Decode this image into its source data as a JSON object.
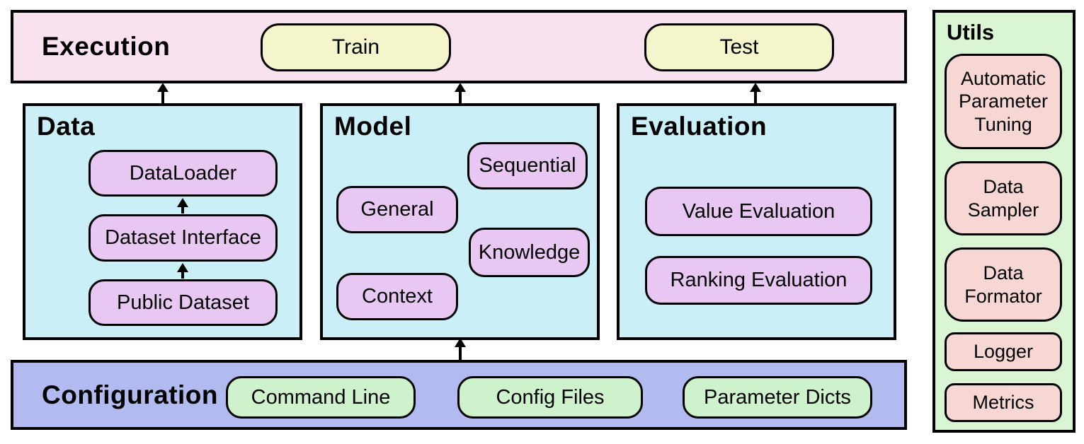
{
  "colors": {
    "border": "#000000",
    "execution_bg": "#f8e2f0",
    "action_button_bg": "#f4f5ca",
    "module_bg": "#cbeff6",
    "module_item_bg": "#e9c7f3",
    "configuration_bg": "#b2bbf0",
    "config_button_bg": "#cdf2cc",
    "utils_bg": "#daf5d3",
    "utils_item_bg": "#f7d7d4"
  },
  "execution": {
    "title": "Execution",
    "buttons": [
      {
        "label": "Train"
      },
      {
        "label": "Test"
      }
    ]
  },
  "modules": [
    {
      "title": "Data",
      "items": [
        {
          "label": "DataLoader"
        },
        {
          "label": "Dataset Interface"
        },
        {
          "label": "Public Dataset"
        }
      ]
    },
    {
      "title": "Model",
      "items": [
        {
          "label": "Sequential"
        },
        {
          "label": "General"
        },
        {
          "label": "Knowledge"
        },
        {
          "label": "Context"
        }
      ]
    },
    {
      "title": "Evaluation",
      "items": [
        {
          "label": "Value Evaluation"
        },
        {
          "label": "Ranking Evaluation"
        }
      ]
    }
  ],
  "configuration": {
    "title": "Configuration",
    "buttons": [
      {
        "label": "Command Line"
      },
      {
        "label": "Config Files"
      },
      {
        "label": "Parameter Dicts"
      }
    ]
  },
  "utils": {
    "title": "Utils",
    "items": [
      {
        "label": "Automatic Parameter Tuning"
      },
      {
        "label": "Data Sampler"
      },
      {
        "label": "Data Formator"
      },
      {
        "label": "Logger"
      },
      {
        "label": "Metrics"
      }
    ]
  },
  "arrows": [
    {
      "from": "Data",
      "to": "Execution"
    },
    {
      "from": "Model",
      "to": "Execution"
    },
    {
      "from": "Evaluation",
      "to": "Execution"
    },
    {
      "from": "Configuration",
      "to": "Model"
    },
    {
      "from": "Public Dataset",
      "to": "Dataset Interface"
    },
    {
      "from": "Dataset Interface",
      "to": "DataLoader"
    }
  ]
}
